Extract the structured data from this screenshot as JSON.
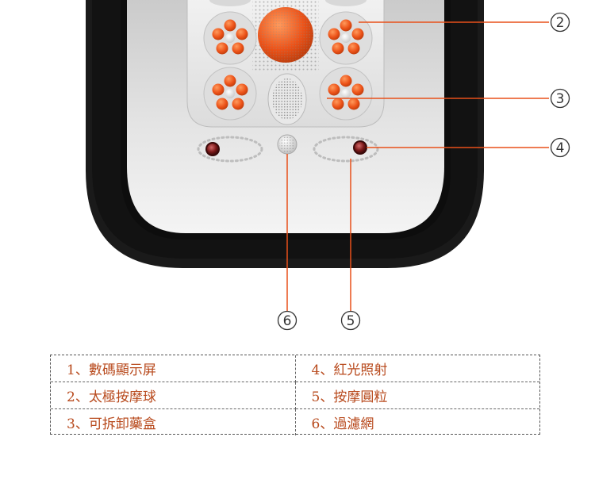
{
  "callouts": [
    "2",
    "3",
    "4",
    "6",
    "5"
  ],
  "legend": {
    "rows": [
      {
        "left": "1、數碼顯示屏",
        "right": "4、紅光照射"
      },
      {
        "left": "2、太極按摩球",
        "right": "5、按摩圓粒"
      },
      {
        "left": "3、可拆卸藥盒",
        "right": "6、過濾網"
      }
    ]
  },
  "colors": {
    "roller_orange": "#e8501a",
    "legend_text": "#b84a1d",
    "frame_black": "#1a1a1a"
  }
}
